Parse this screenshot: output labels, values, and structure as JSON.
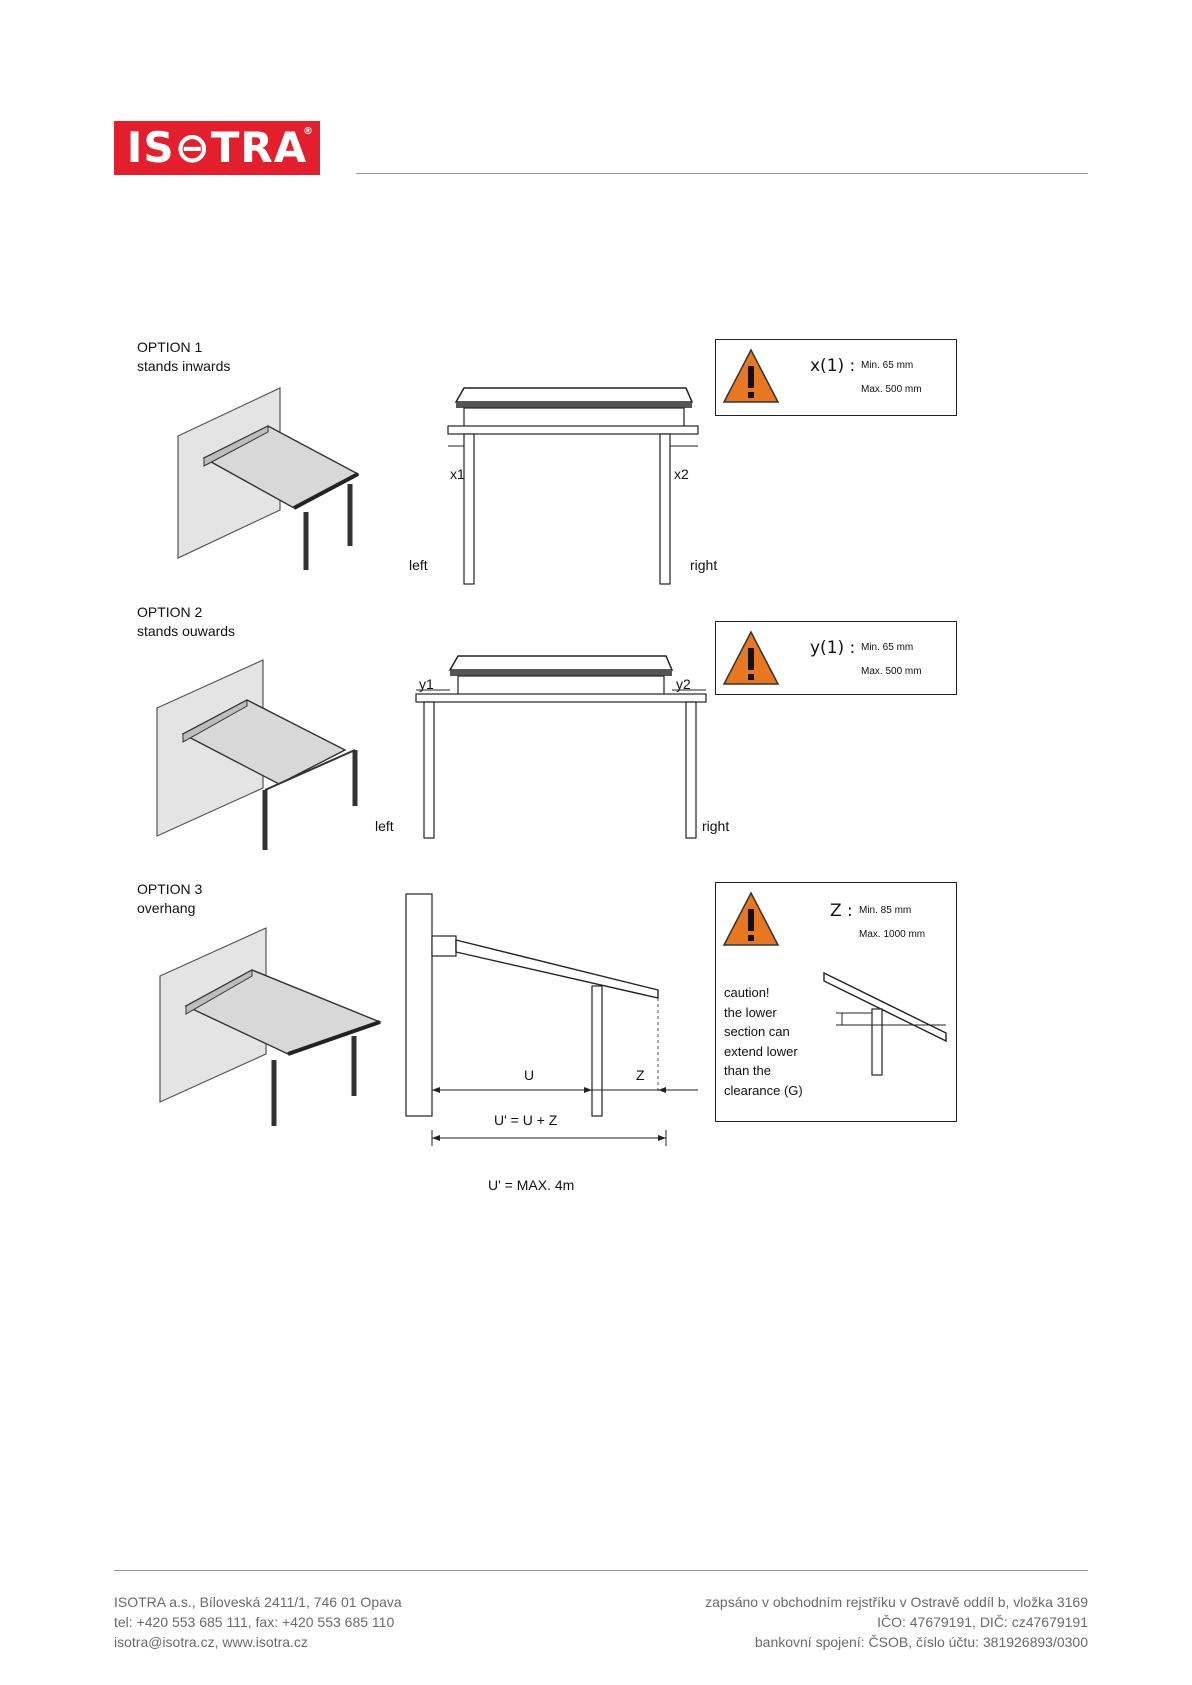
{
  "header": {
    "logo_text": "IS⊖TRA",
    "logo_registered": "®",
    "logo_color": "#e41f2d"
  },
  "options": [
    {
      "title": "OPTION 1",
      "subtitle": "stands inwards",
      "labels": {
        "left": "left",
        "right": "right",
        "dim_a": "x1",
        "dim_b": "x2"
      },
      "warning": {
        "symbol": "x(1) :",
        "min": "Min. 65 mm",
        "max": "Max. 500 mm"
      }
    },
    {
      "title": "OPTION 2",
      "subtitle": "stands ouwards",
      "labels": {
        "left": "left",
        "right": "right",
        "dim_a": "y1",
        "dim_b": "y2"
      },
      "warning": {
        "symbol": "y(1) :",
        "min": "Min. 65 mm",
        "max": "Max. 500 mm"
      }
    },
    {
      "title": "OPTION 3",
      "subtitle": "overhang",
      "labels": {
        "u": "U",
        "z": "Z",
        "u_prime": "U' = U + Z",
        "u_max": "U' = MAX. 4m"
      },
      "warning": {
        "symbol": "Z :",
        "min": "Min. 85 mm",
        "max": "Max. 1000 mm",
        "caution": [
          "caution!",
          "the lower",
          "section can",
          "extend lower",
          "than the",
          "clearance (G)"
        ]
      }
    }
  ],
  "warning_icon_color": "#e87722",
  "footer": {
    "left": [
      "ISOTRA a.s., Bíloveská 2411/1, 746 01 Opava",
      "tel: +420 553 685 111, fax: +420 553 685 110",
      "isotra@isotra.cz, www.isotra.cz"
    ],
    "right": [
      "zapsáno v obchodním rejstříku v Ostravě oddíl b, vložka 3169",
      "IČO: 47679191, DIČ: cz47679191",
      "bankovní spojení: ČSOB, číslo účtu: 381926893/0300"
    ]
  }
}
